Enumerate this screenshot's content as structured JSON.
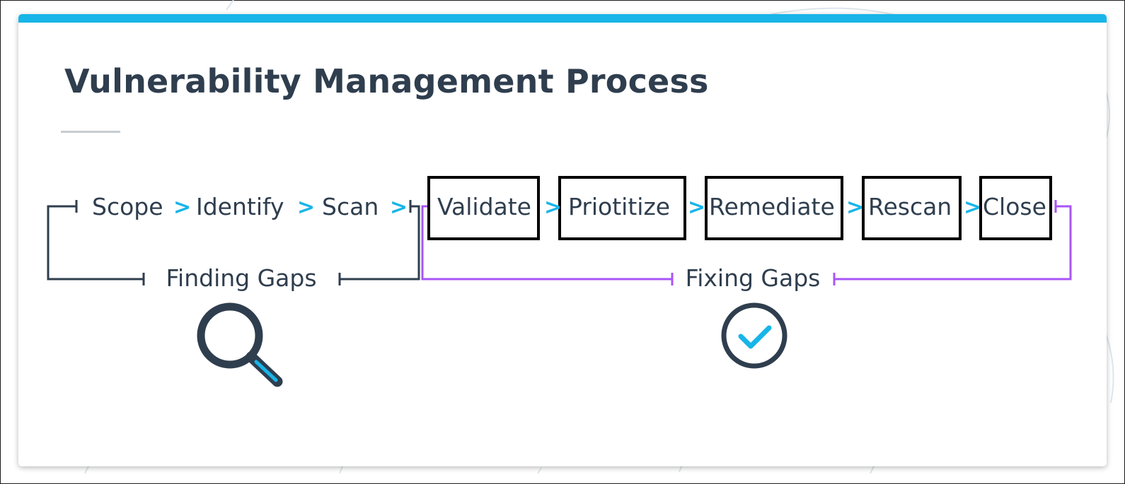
{
  "title": "Vulnerability Management Process",
  "steps": {
    "scope": "Scope",
    "identify": "Identify",
    "scan": "Scan",
    "validate": "Validate",
    "prioritize": "Priotitize",
    "remediate": "Remediate",
    "rescan": "Rescan",
    "close": "Close"
  },
  "separator": ">",
  "groups": {
    "finding": "Finding Gaps",
    "fixing": "Fixing Gaps"
  },
  "icons": {
    "finding": "magnifying-glass-icon",
    "fixing": "check-circle-icon"
  },
  "colors": {
    "accent": "#18b5e8",
    "text": "#2f3e4e",
    "finding_bracket": "#2f3e4e",
    "fixing_bracket": "#a855f7",
    "box_border": "#000000"
  }
}
